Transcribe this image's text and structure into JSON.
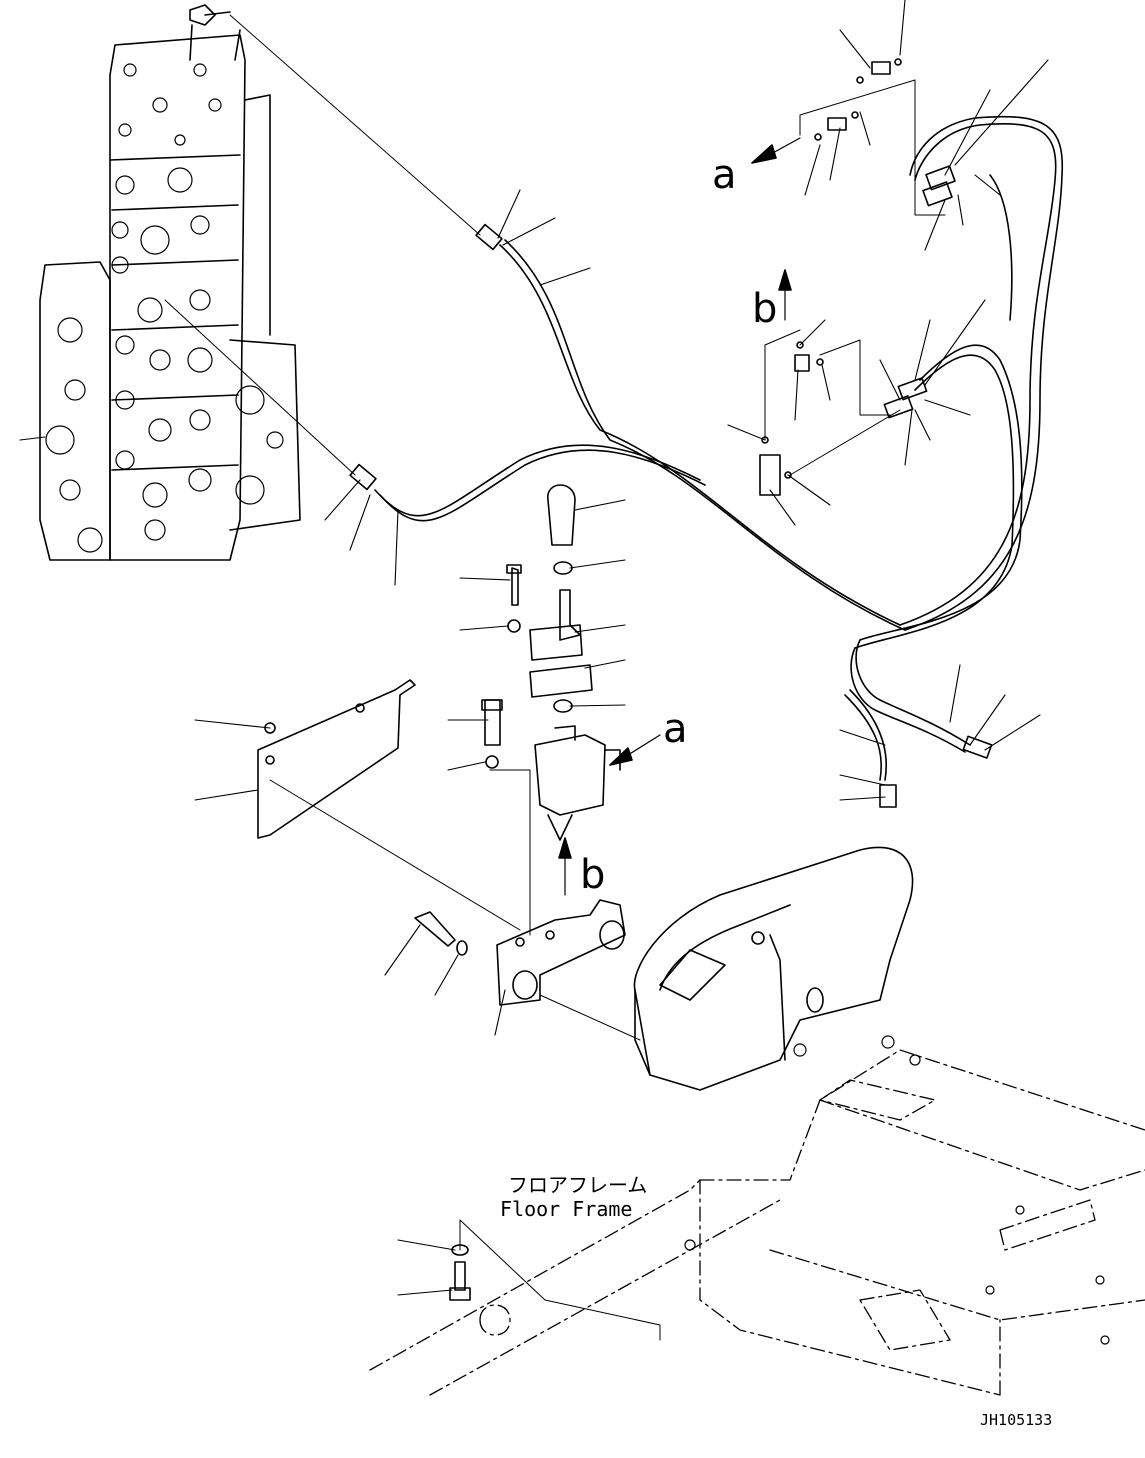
{
  "labels": {
    "a_top": "a",
    "a_mid": "a",
    "b_top": "b",
    "b_mid": "b",
    "floor_frame_jp": "フロアフレーム",
    "floor_frame_en": "Floor Frame",
    "drawing_id": "JH105133"
  }
}
